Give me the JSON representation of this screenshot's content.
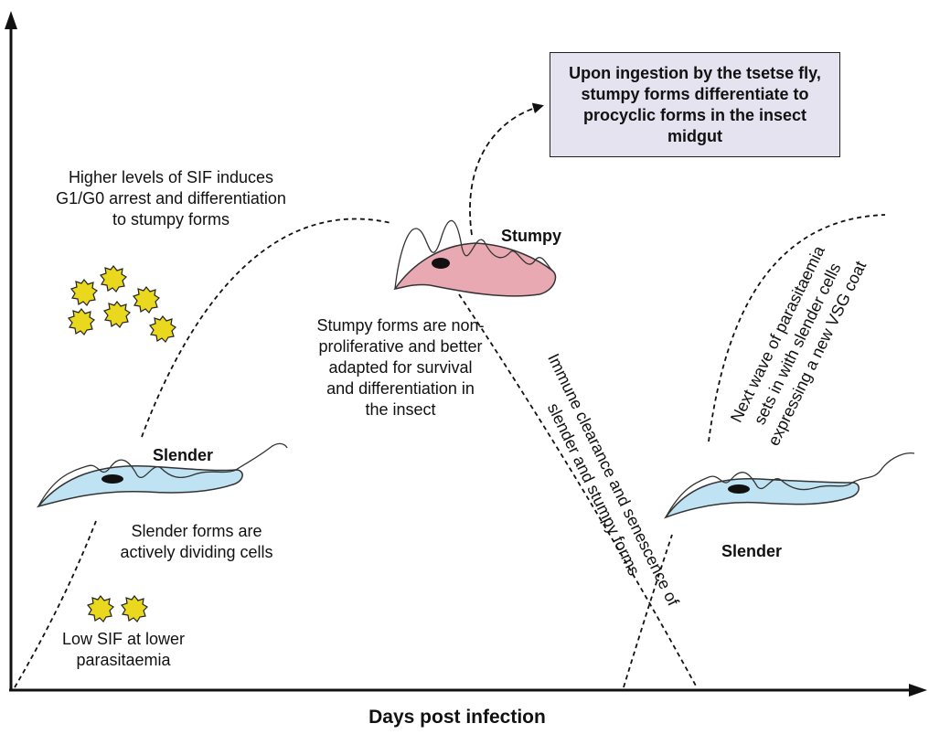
{
  "axes": {
    "xlabel": "Days post infection"
  },
  "callout": {
    "text": "Upon ingestion by the tsetse fly, stumpy forms differentiate to procyclic forms in the insect midgut"
  },
  "labels": {
    "high_sif": "Higher levels of SIF induces G1/G0 arrest and differentiation to stumpy forms",
    "stumpy_title": "Stumpy",
    "stumpy_desc": "Stumpy forms are non-proliferative and better adapted for survival and differentiation in the insect",
    "slender_title_1": "Slender",
    "slender_desc": "Slender forms are actively dividing cells",
    "low_sif": "Low SIF at lower parasitaemia",
    "slender_title_2": "Slender",
    "immune_line1": "Immune clearance and senescence of",
    "immune_line2": "slender and stumpy forms",
    "next_wave_line1": "Next wave of parasitaemia",
    "next_wave_line2": "sets in with slender cells",
    "next_wave_line3": "expressing a new VSG coat"
  },
  "colors": {
    "slender_fill": "#bfe3f3",
    "stumpy_fill": "#e8a9b3",
    "sif_fill": "#e9d81e",
    "callout_fill": "#e6e3f1",
    "nucleus": "#111111"
  },
  "icons": {
    "sif_molecule": "sun-star-icon",
    "axis_arrow": "arrow-head-icon"
  }
}
